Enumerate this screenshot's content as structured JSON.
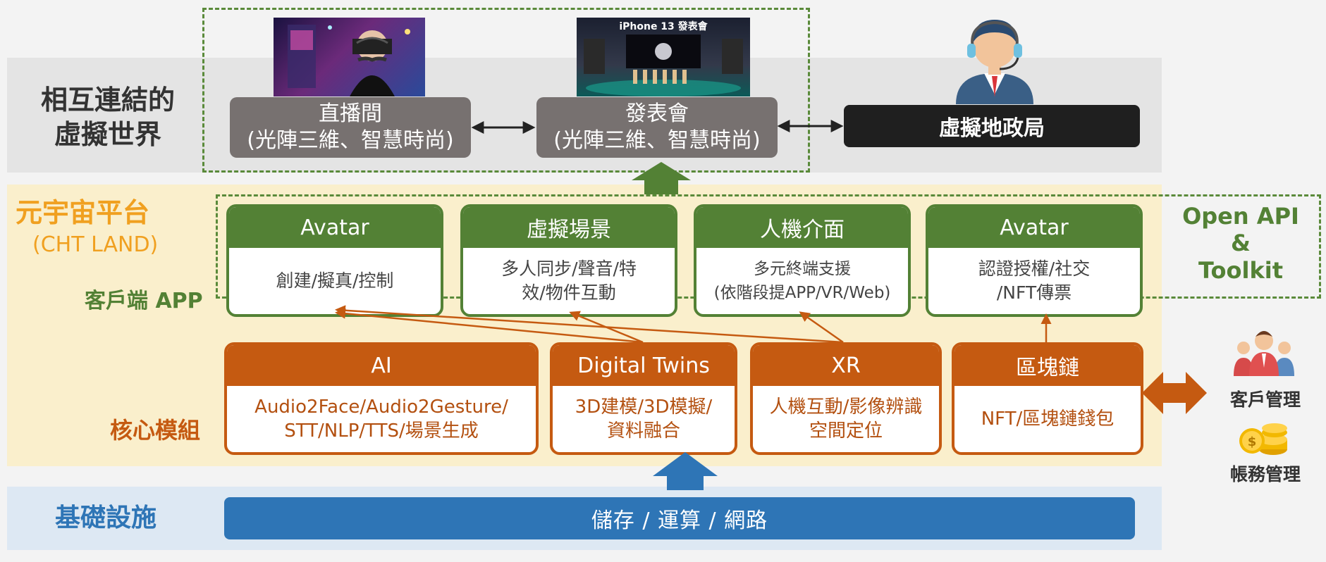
{
  "sections": {
    "world": "相互連結的\n虛擬世界",
    "platform_title": "元宇宙平台",
    "platform_sub": "(CHT LAND)",
    "client_app": "客戶端 APP",
    "core_module": "核心模組",
    "infra": "基礎設施"
  },
  "world_boxes": {
    "live": {
      "line1": "直播間",
      "line2": "(光陣三維、智慧時尚)"
    },
    "launch": {
      "line1": "發表會",
      "line2": "(光陣三維、智慧時尚)"
    },
    "land_bureau": "虛擬地政局",
    "launch_image_caption": "iPhone 13 發表會"
  },
  "client_cards": [
    {
      "title": "Avatar",
      "body": "創建/擬真/控制"
    },
    {
      "title": "虛擬場景",
      "body": "多人同步/聲音/特\n效/物件互動"
    },
    {
      "title": "人機介面",
      "body": "多元終端支援\n(依階段提APP/VR/Web)"
    },
    {
      "title": "Avatar",
      "body": "認證授權/社交\n/NFT傳票"
    }
  ],
  "core_cards": [
    {
      "title": "AI",
      "body": "Audio2Face/Audio2Gesture/\nSTT/NLP/TTS/場景生成"
    },
    {
      "title": "Digital Twins",
      "body": "3D建模/3D模擬/\n資料融合"
    },
    {
      "title": "XR",
      "body": "人機互動/影像辨識\n空間定位"
    },
    {
      "title": "區塊鏈",
      "body": "NFT/區塊鏈錢包"
    }
  ],
  "open_api": "Open API\n&\nToolkit",
  "infra_bar": "儲存 / 運算 / 網路",
  "right_panel": {
    "customer": "客戶管理",
    "billing": "帳務管理"
  },
  "colors": {
    "green": "#538135",
    "orange": "#c55a11",
    "blue": "#2e75b6",
    "gray": "#777170",
    "yellow_band": "#faefcc"
  },
  "icons": [
    "vr-headset-photo",
    "launch-event-photo",
    "operator-icon",
    "people-icon",
    "coins-icon"
  ]
}
